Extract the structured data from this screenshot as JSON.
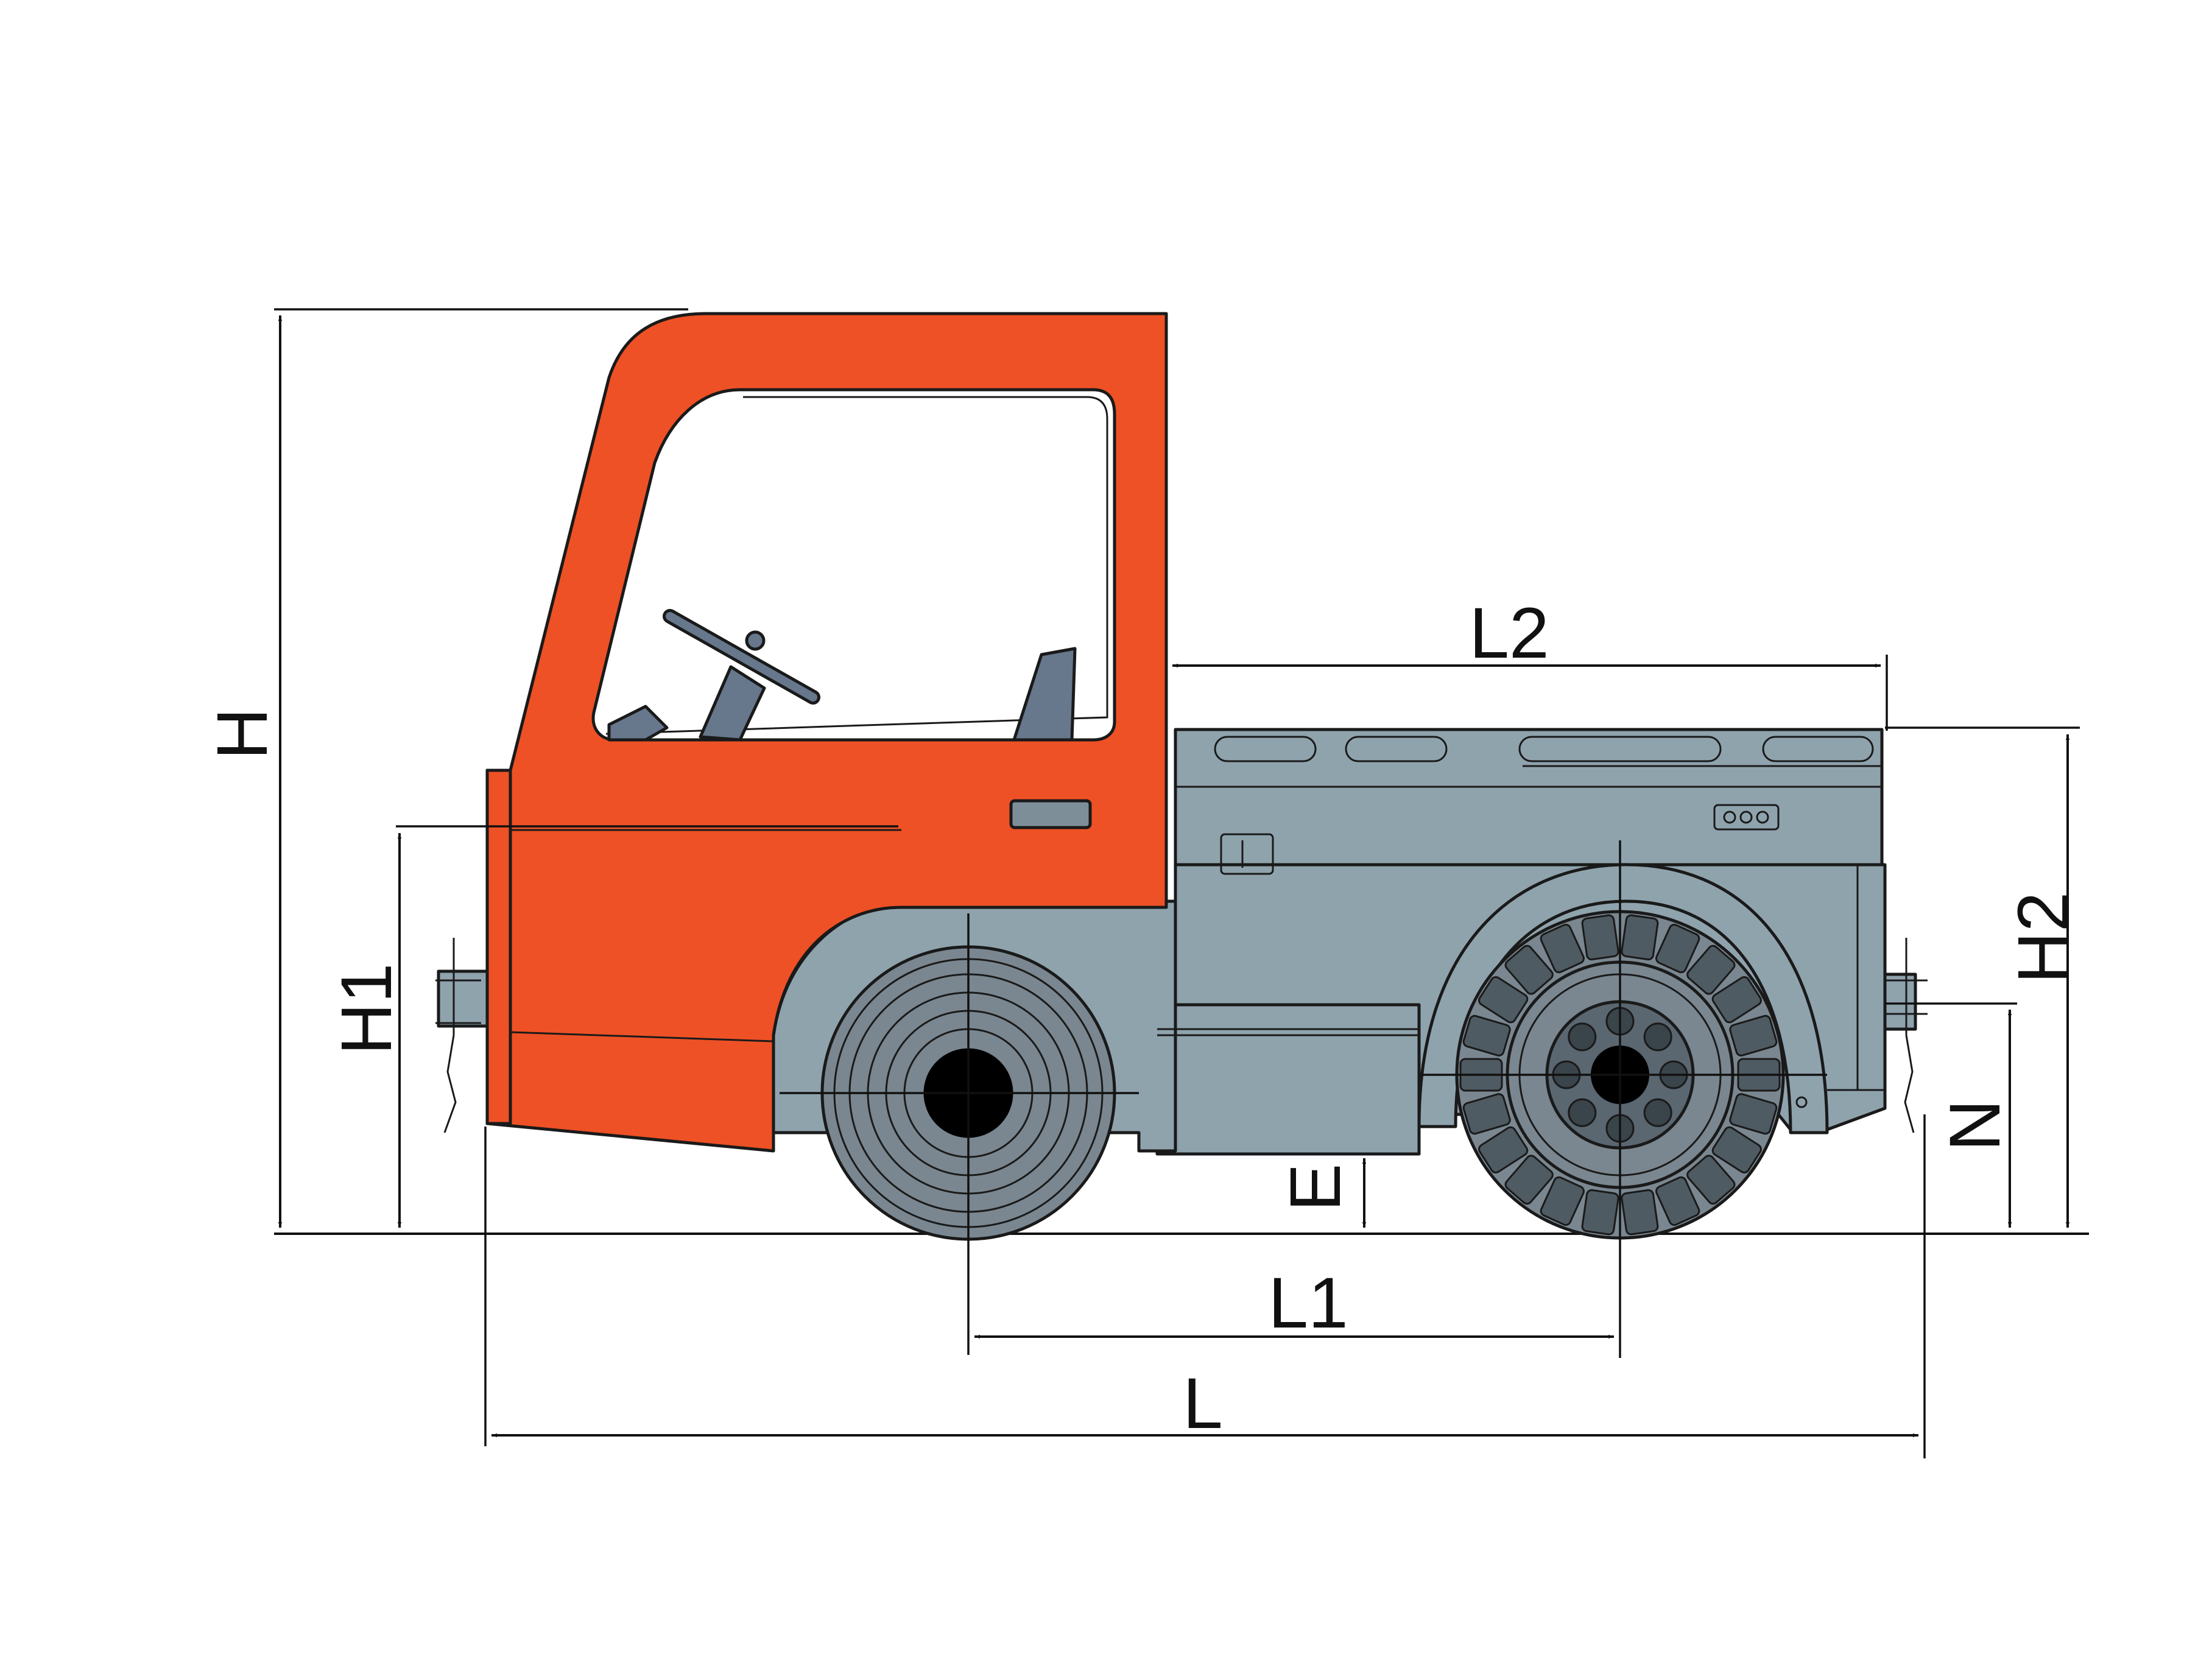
{
  "colors": {
    "cab": "#EE5125",
    "body": "#8FA3AD",
    "tire": "#7A8790",
    "tire_dark": "#4F5B63",
    "seat": "#67778C",
    "line": "#1A1A1A",
    "background": "#FFFFFF"
  },
  "dimensions": {
    "H": "H",
    "H1": "H1",
    "H2": "H2",
    "L": "L",
    "L1": "L1",
    "L2": "L2",
    "N": "N",
    "E": "E"
  }
}
